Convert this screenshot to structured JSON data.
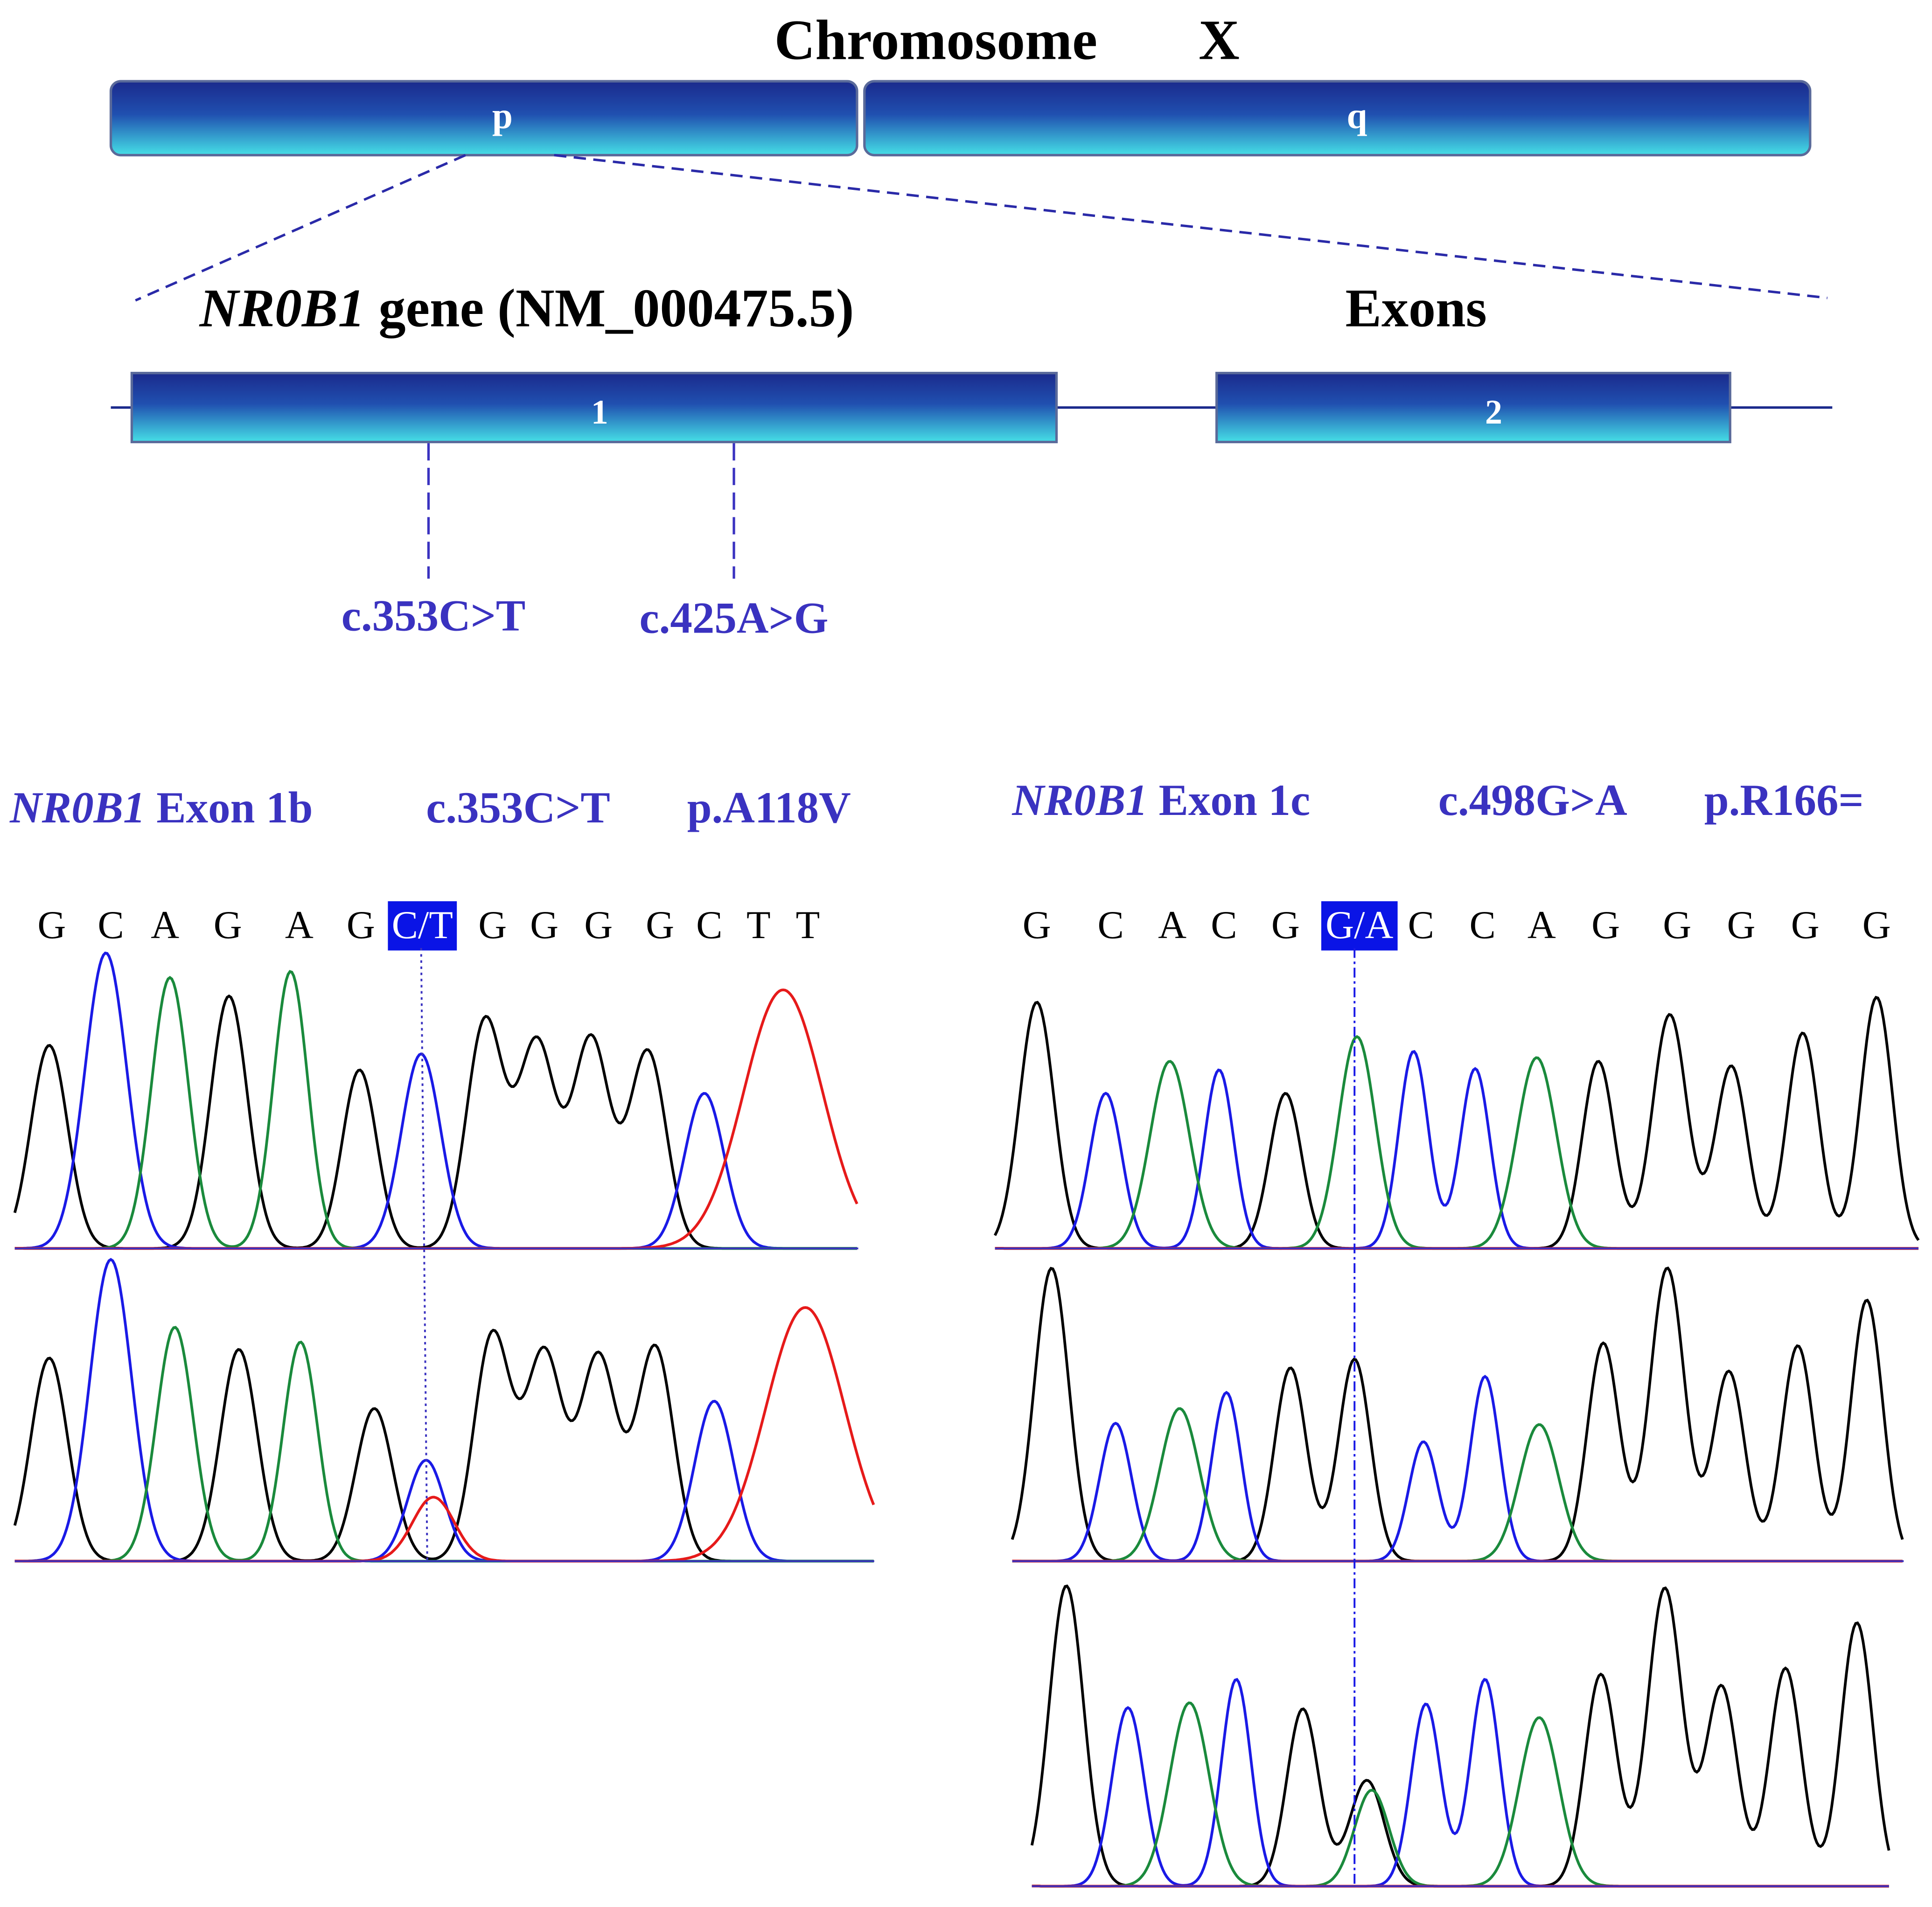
{
  "chromosome": {
    "label": "Chromosome",
    "name": "X",
    "arm_p": "p",
    "arm_q": "q"
  },
  "gene": {
    "symbol": "NR0B1",
    "title_rest": " gene (NM_000475.5)",
    "exons_heading": "Exons",
    "exon1": "1",
    "exon2": "2",
    "variant1": "c.353C>T",
    "variant2": "c.425A>G"
  },
  "panel_left": {
    "gene": "NR0B1",
    "exon": " Exon 1b",
    "cdna": "c.353C>T",
    "protein": "p.A118V",
    "bases": [
      "G",
      "C",
      "A",
      "G",
      "A",
      "G",
      "C/T",
      "G",
      "G",
      "G",
      "G",
      "C",
      "T",
      "T"
    ],
    "highlight": "C/T"
  },
  "panel_right": {
    "gene": "NR0B1",
    "exon": " Exon 1c",
    "cdna": "c.498G>A",
    "protein": "p.R166=",
    "bases": [
      "G",
      "C",
      "A",
      "C",
      "G",
      "G/A",
      "C",
      "C",
      "A",
      "G",
      "G",
      "G",
      "G",
      "G"
    ],
    "highlight": "G/A"
  },
  "colors": {
    "bar_top": "#1b2a8c",
    "bar_bottom": "#3fd6e0",
    "label_blue": "#3a32c0",
    "highlight_bg": "#0a14e6",
    "trace_A": "#1a8a3c",
    "trace_C": "#1a1ae6",
    "trace_G": "#000000",
    "trace_T": "#e61a1a"
  }
}
